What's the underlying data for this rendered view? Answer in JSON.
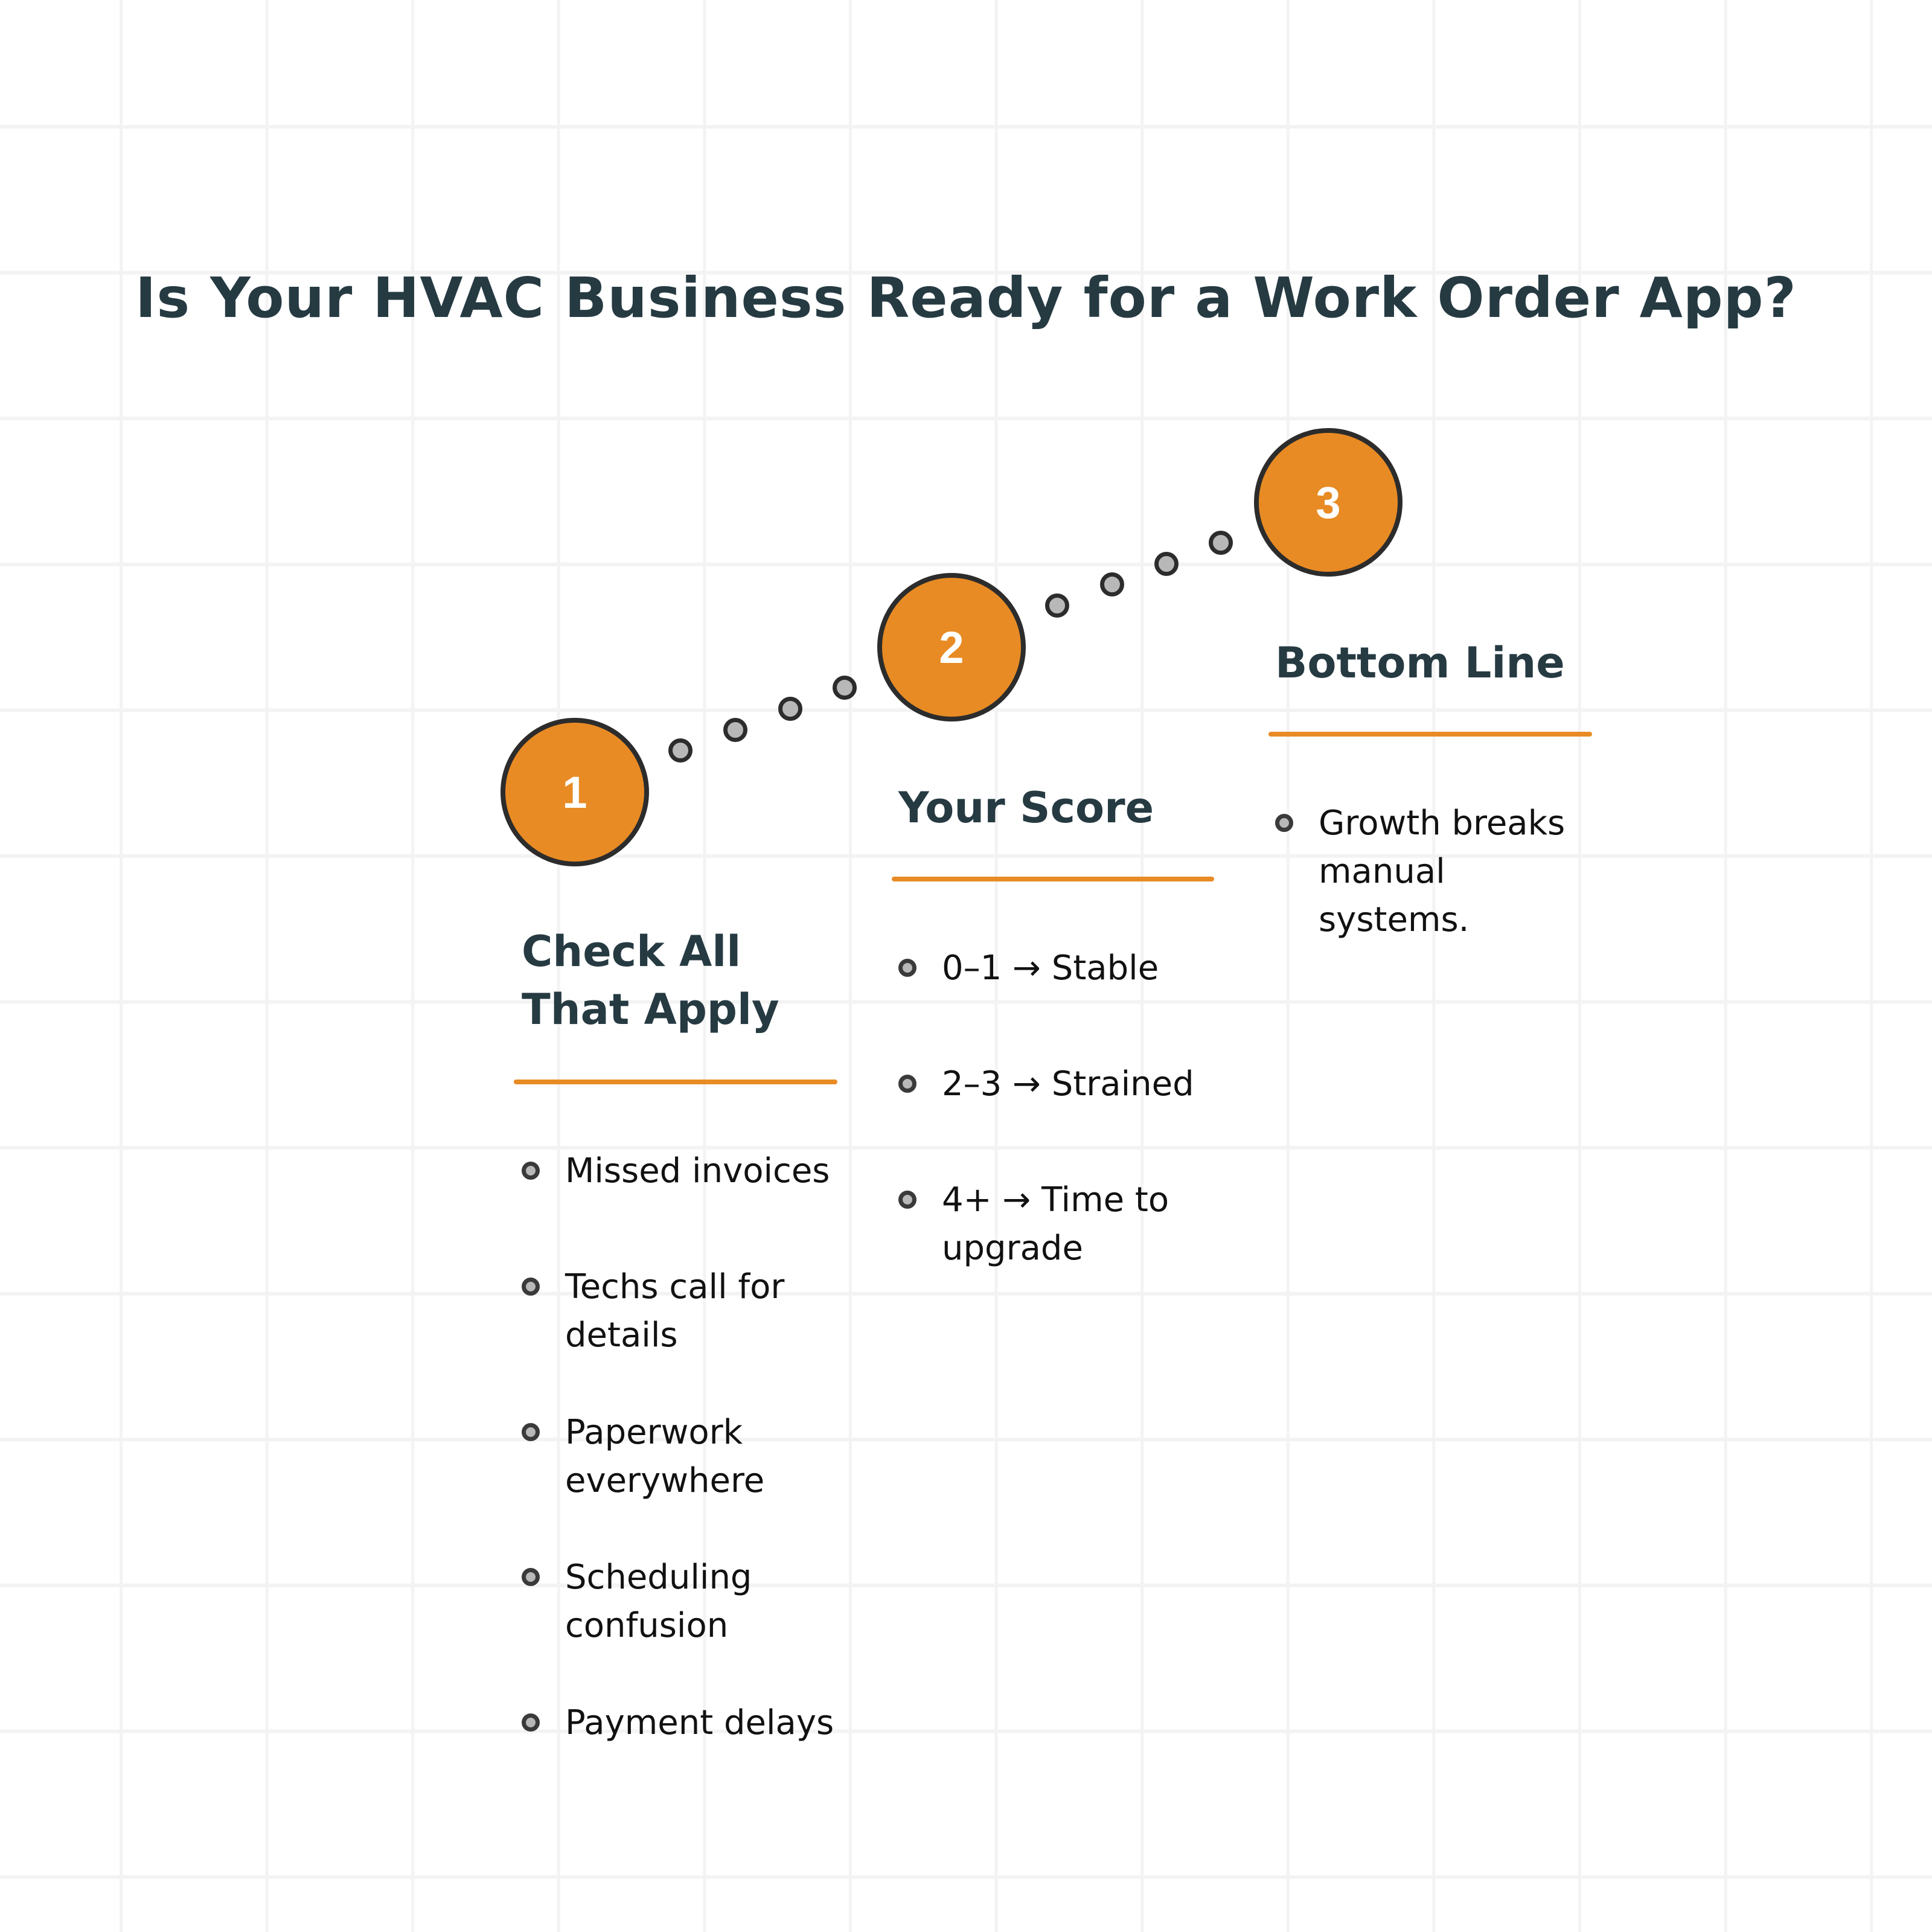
{
  "title": "Is Your HVAC Business Ready for a Work Order App?",
  "colors": {
    "accent": "#e88b24",
    "text_dark": "#263a42",
    "circle_border": "#2c2c2c",
    "dot_fill": "#b8b8b8",
    "grid_line": "#f3f3f3",
    "background": "#ffffff"
  },
  "steps": [
    {
      "number": "1",
      "heading": "Check All That Apply",
      "items": [
        "Missed invoices",
        "Techs call for details",
        "Paperwork everywhere",
        "Scheduling confusion",
        "Payment delays"
      ]
    },
    {
      "number": "2",
      "heading": "Your Score",
      "items": [
        "0–1 → Stable",
        "2–3 → Strained",
        "4+ → Time to upgrade"
      ]
    },
    {
      "number": "3",
      "heading": "Bottom Line",
      "items": [
        "Growth breaks manual systems."
      ]
    }
  ]
}
